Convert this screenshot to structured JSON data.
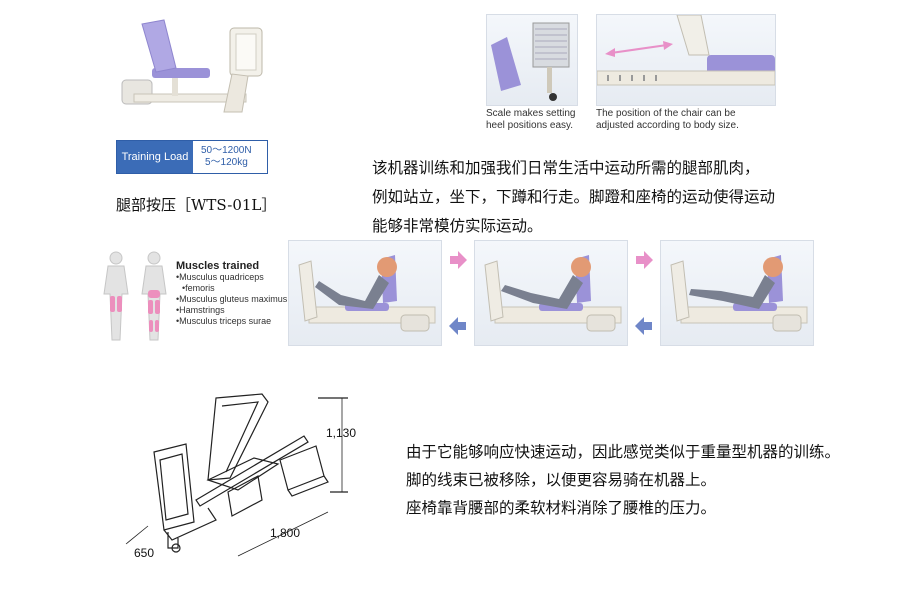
{
  "product": {
    "name": "腿部按压［WTS-01L］",
    "training_load_label": "Training Load",
    "training_load_newton": "50～1200N",
    "training_load_kg": "5～120kg"
  },
  "captions": {
    "scale": [
      "Scale makes setting",
      "heel positions easy."
    ],
    "chair": [
      "The position of the chair can be",
      "adjusted according to body size."
    ]
  },
  "intro_text": [
    "该机器训练和加强我们日常生活中运动所需的腿部肌肉，",
    "例如站立，坐下，下蹲和行走。脚蹬和座椅的运动使得运动",
    "能够非常模仿实际运动。"
  ],
  "muscles": {
    "title": "Muscles trained",
    "items": [
      "Musculus quadriceps",
      "femoris",
      "Musculus gluteus maximus",
      "Hamstrings",
      "Musculus triceps surae"
    ]
  },
  "dimensions": {
    "height": "1,130",
    "length": "1,800",
    "width": "650"
  },
  "features_text": [
    "由于它能够响应快速运动，因此感觉类似于重量型机器的训练。",
    "脚的线束已被移除，以便更容易骑在机器上。",
    "座椅靠背腰部的柔软材料消除了腰椎的压力。"
  ],
  "colors": {
    "accent_blue": "#3b6cb7",
    "pink_arrow": "#e890c8",
    "seat_purple": "#9b92d8",
    "frame_cream": "#eeeae0"
  }
}
